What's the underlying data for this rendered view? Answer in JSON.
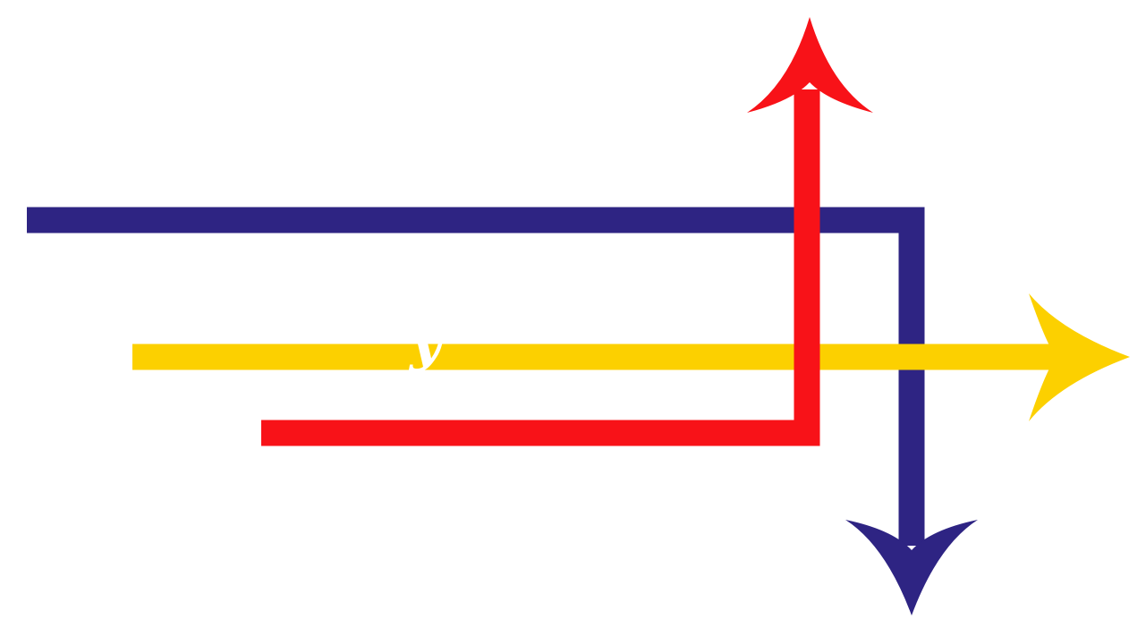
{
  "diagram": {
    "routes": [
      {
        "name": "blue-route",
        "color": "#2e2483",
        "heading": "down"
      },
      {
        "name": "yellow-route",
        "color": "#fcd000",
        "heading": "right"
      },
      {
        "name": "red-route",
        "color": "#f81218",
        "heading": "up"
      }
    ],
    "background": "#ffffff",
    "crossing_mark": "y"
  }
}
